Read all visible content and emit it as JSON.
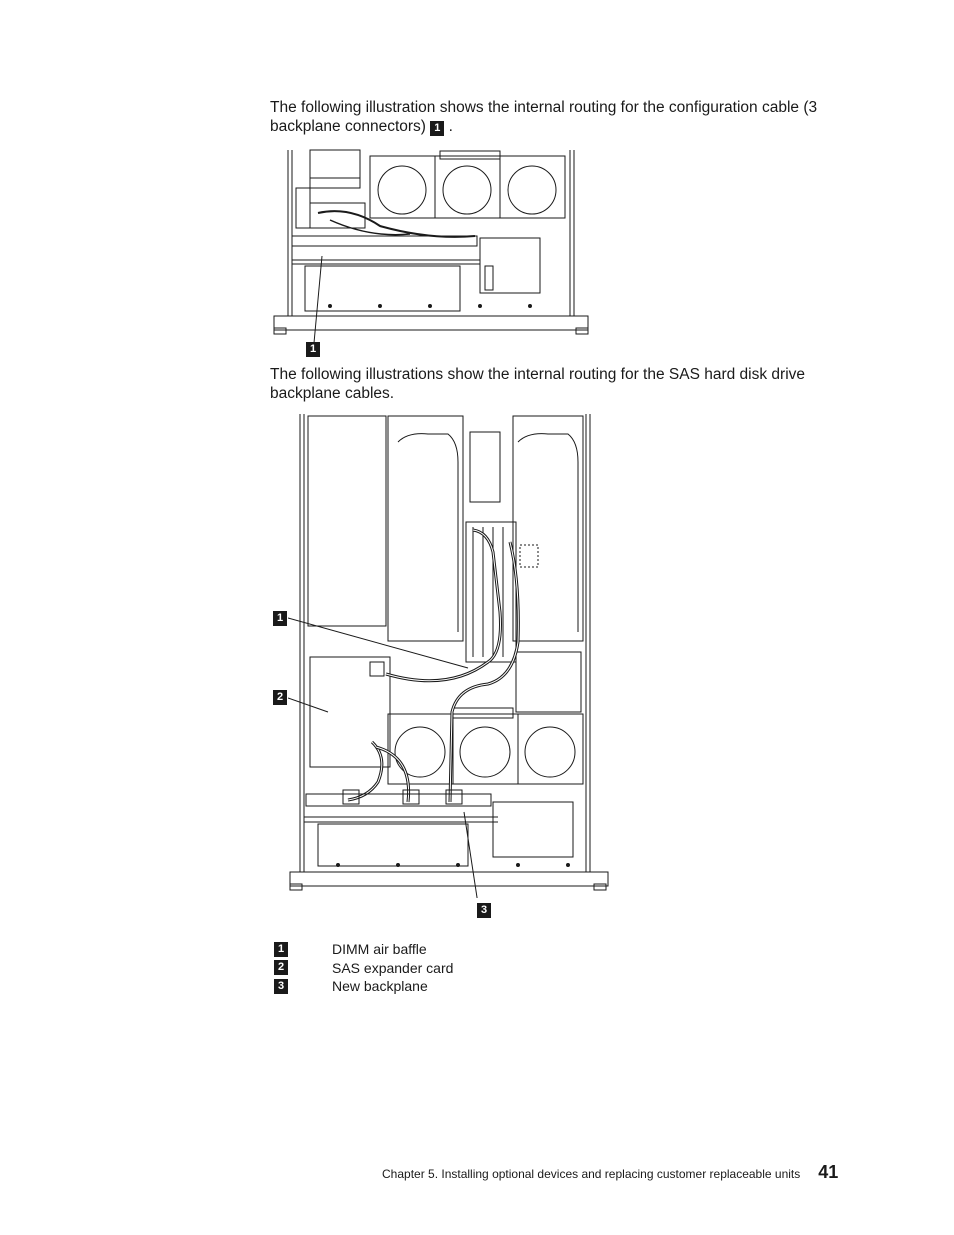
{
  "intro1": {
    "text": "The following illustration shows the internal routing for the configuration cable (3 backplane connectors)",
    "callout": "1",
    "suffix": "."
  },
  "figure1": {
    "callouts": [
      "1"
    ]
  },
  "intro2": {
    "text": "The following illustrations show the internal routing for the SAS hard disk drive backplane cables."
  },
  "figure2": {
    "callouts": [
      "1",
      "2",
      "3"
    ]
  },
  "legend": [
    {
      "num": "1",
      "label": "DIMM air baffle"
    },
    {
      "num": "2",
      "label": "SAS expander card"
    },
    {
      "num": "3",
      "label": "New backplane"
    }
  ],
  "footer": {
    "chapter": "Chapter 5. Installing optional devices and replacing customer replaceable units",
    "page": "41"
  }
}
